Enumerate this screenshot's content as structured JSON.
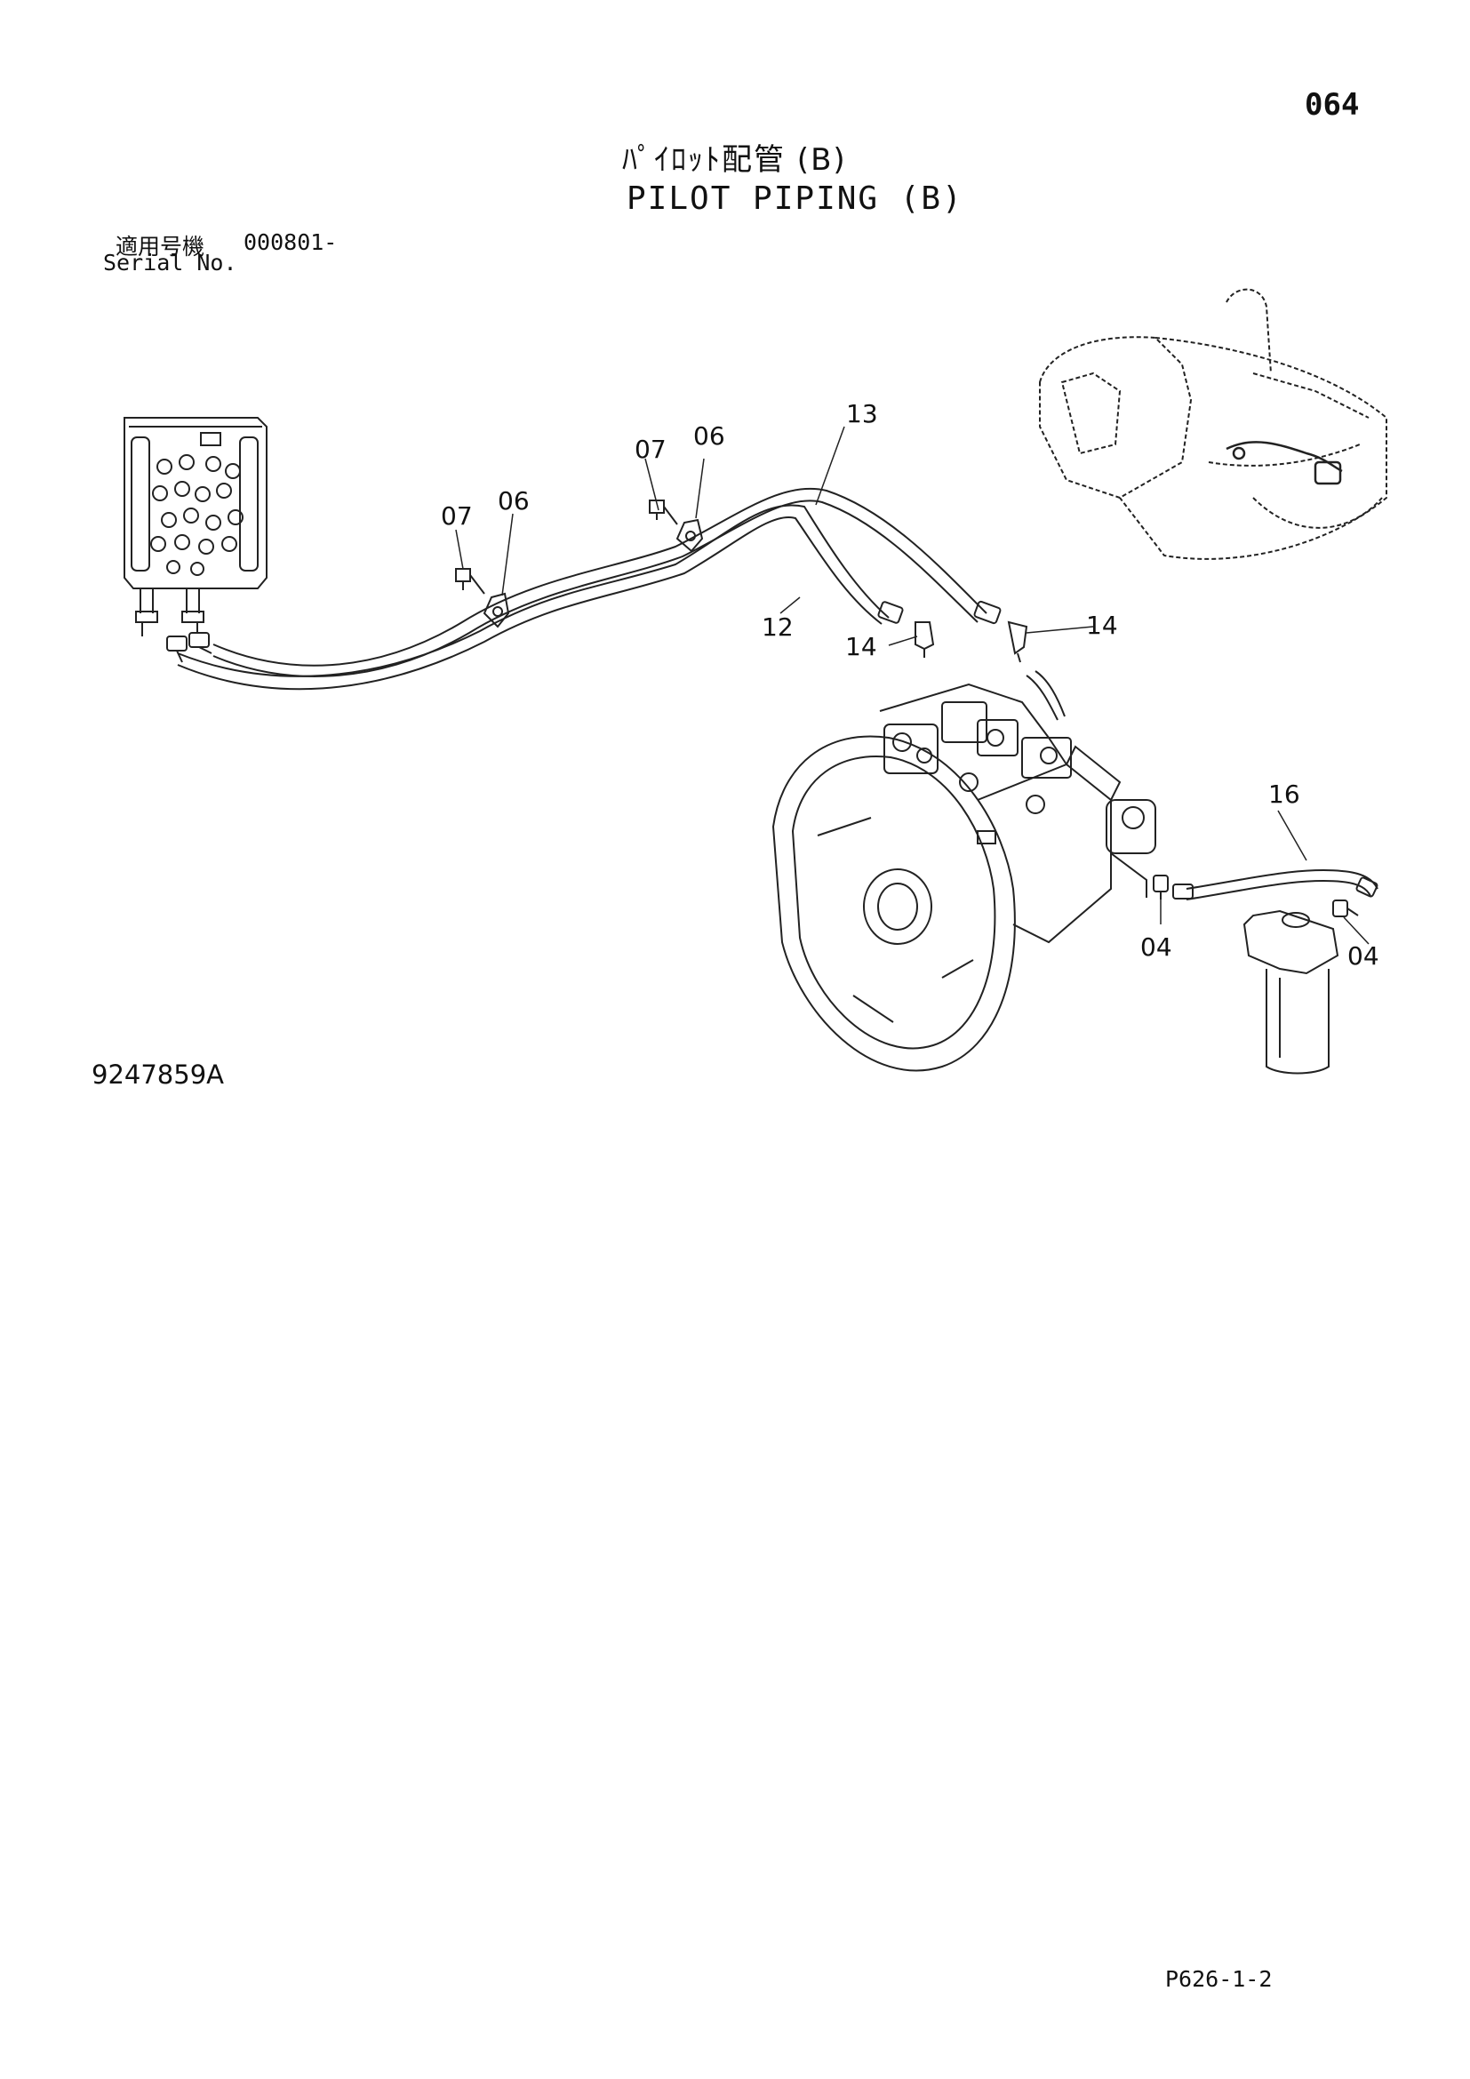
{
  "header": {
    "page_number": "064",
    "title_jp": "ﾊﾟｲﾛｯﾄ配管 (B)",
    "title_en": "PILOT PIPING (B)"
  },
  "serial": {
    "label_jp": "適用号機",
    "label_en": "Serial No.",
    "value": "000801-"
  },
  "callouts": {
    "c13": "13",
    "c07_right": "07",
    "c06_right": "06",
    "c07_left": "07",
    "c06_left": "06",
    "c12": "12",
    "c14_left": "14",
    "c14_right": "14",
    "c16": "16",
    "c04_left": "04",
    "c04_right": "04"
  },
  "footer": {
    "drawing_number": "9247859A",
    "page_code": "P626-1-2"
  }
}
